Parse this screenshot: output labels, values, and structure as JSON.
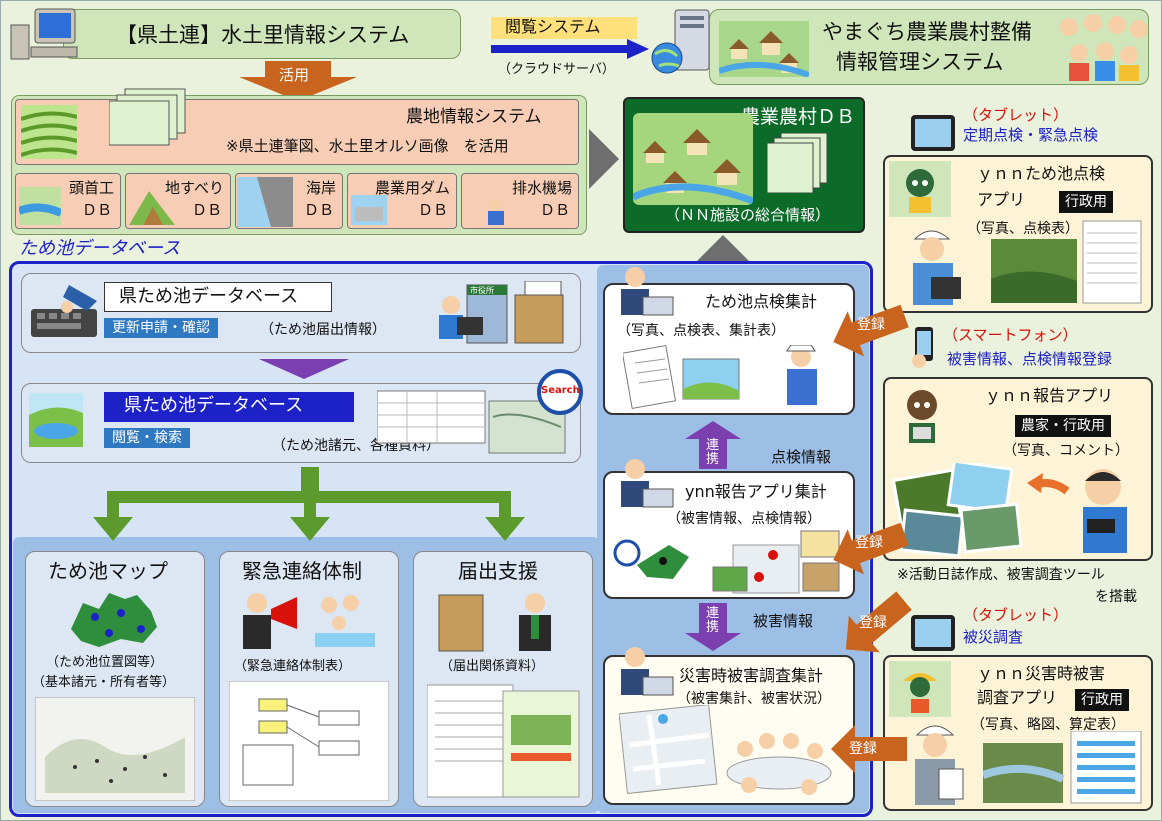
{
  "top": {
    "left_system": "【県土連】水土里情報システム",
    "browse_label": "閲覧システム",
    "cloud_label": "（クラウドサーバ）",
    "right_system_l1": "やまぐち農業農村整備",
    "right_system_l2": "情報管理システム",
    "use_label": "活用"
  },
  "farmland": {
    "title": "農地情報システム",
    "note": "※県土連筆図、水土里オルソ画像　を活用"
  },
  "db_cards": [
    {
      "l1": "頭首工",
      "l2": "ＤＢ"
    },
    {
      "l1": "地すべり",
      "l2": "ＤＢ"
    },
    {
      "l1": "海岸",
      "l2": "ＤＢ"
    },
    {
      "l1": "農業用ダム",
      "l2": "ＤＢ"
    },
    {
      "l1": "排水機場",
      "l2": "ＤＢ"
    }
  ],
  "agri_db": {
    "title": "農業農村ＤＢ",
    "sub": "（ＮＮ施設の総合情報）"
  },
  "pond_db_label": "ため池データベース",
  "pref_db1": {
    "title": "県ため池データベース",
    "tag": "更新申請・確認",
    "sub": "（ため池届出情報）"
  },
  "pref_db2": {
    "title": "県ため池データベース",
    "tag": "閲覧・検索",
    "sub": "（ため池諸元、各種資料）"
  },
  "bottom": [
    {
      "title": "ため池マップ",
      "sub1": "（ため池位置図等）",
      "sub2": "（基本諸元・所有者等）"
    },
    {
      "title": "緊急連絡体制",
      "sub1": "（緊急連絡体制表）"
    },
    {
      "title": "届出支援",
      "sub1": "（届出関係資料）"
    }
  ],
  "center": {
    "inspect_title": "ため池点検集計",
    "inspect_sub": "（写真、点検表、集計表）",
    "report_title": "ynn報告アプリ集計",
    "report_sub": "（被害情報、点検情報）",
    "disaster_title": "災害時被害調査集計",
    "disaster_sub": "（被害集計、被害状況）",
    "link_l1": "連",
    "link_l2": "携",
    "inspect_info": "点検情報",
    "damage_info": "被害情報",
    "register": "登録"
  },
  "right": {
    "tablet1": "（タブレット）",
    "tablet1_desc": "定期点検・緊急点検",
    "app1_l1": "ｙｎｎため池点検",
    "app1_l2": "アプリ",
    "app1_tag": "行政用",
    "app1_sub": "（写真、点検表）",
    "phone": "（スマートフォン）",
    "phone_desc": "被害情報、点検情報登録",
    "app2_title": "ｙｎｎ報告アプリ",
    "app2_tag": "農家・行政用",
    "app2_sub": "（写真、コメント）",
    "note_l1": "※活動日誌作成、被害調査ツール",
    "note_l2": "を搭載",
    "tablet2": "（タブレット）",
    "tablet2_desc": "被災調査",
    "app3_l1": "ｙｎｎ災害時被害",
    "app3_l2": "調査アプリ",
    "app3_tag": "行政用",
    "app3_sub": "（写真、略図、算定表）"
  },
  "search_badge": "Search",
  "office_sign": "市役所",
  "colors": {
    "navy": "#1d21c8",
    "blue_tag": "#2f78c2",
    "green_arrow": "#5c9a2e",
    "orange_arrow": "#c8641e",
    "purple_arrow": "#7b3fb0",
    "red": "#d8120a"
  }
}
